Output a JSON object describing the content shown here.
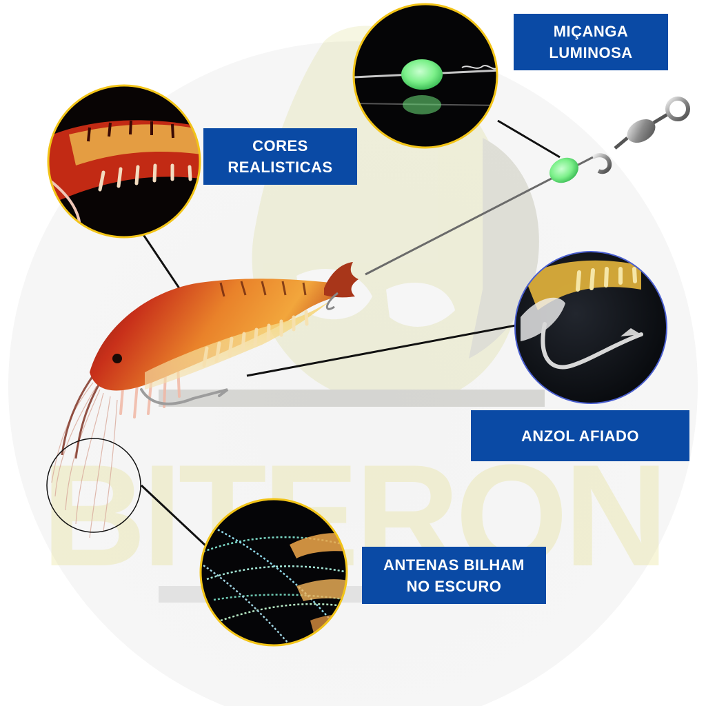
{
  "watermark": {
    "text": "BITERON"
  },
  "callouts": {
    "micanga": {
      "line1": "MIÇANGA",
      "line2": "LUMINOSA"
    },
    "cores": {
      "line1": "CORES",
      "line2": "REALISTICAS"
    },
    "anzol": {
      "line1": "ANZOL AFIADO"
    },
    "antenas": {
      "line1": "ANTENAS BILHAM",
      "line2": "NO ESCURO"
    }
  },
  "colors": {
    "label_bg": "#0a4aa5",
    "label_text": "#ffffff",
    "ring_gold": "#f2c418",
    "bead_green": "#7cf08a",
    "shrimp_orange": "#e5701e",
    "shrimp_red": "#b8200e"
  }
}
